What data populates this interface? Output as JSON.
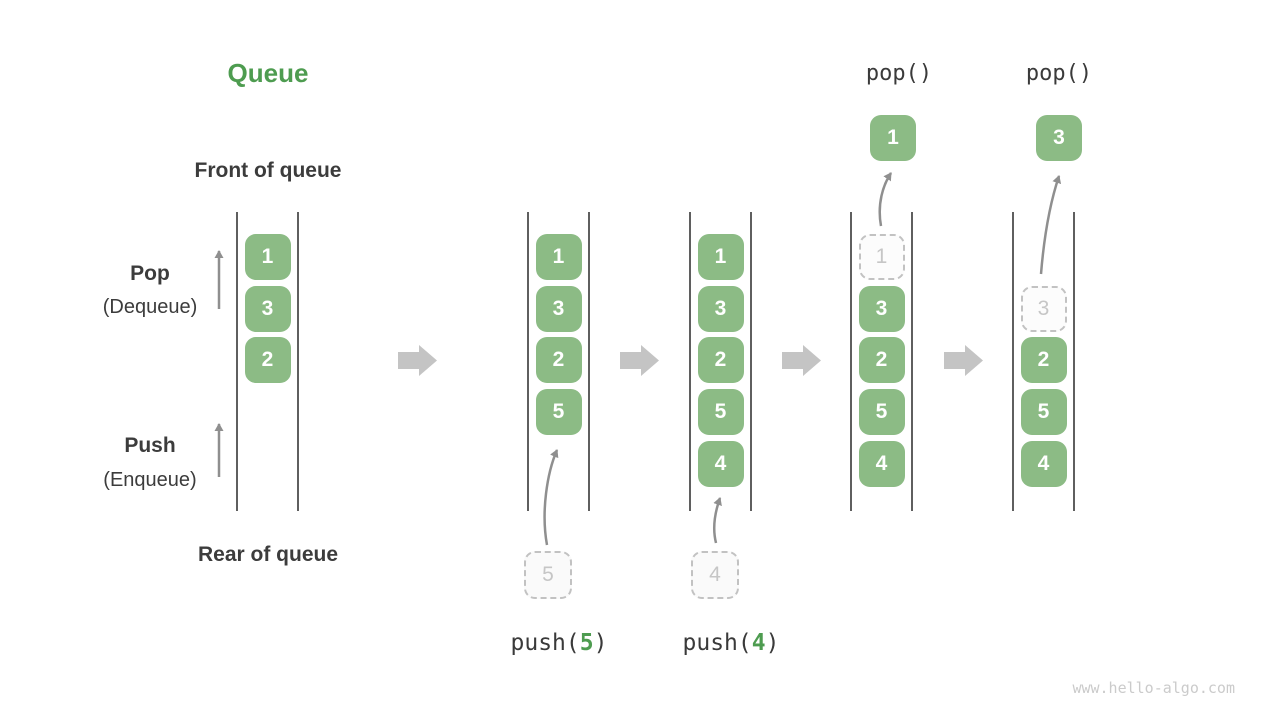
{
  "title": "Queue",
  "watermark": "www.hello-algo.com",
  "colors": {
    "box_green": "#8cbb85",
    "accent_green_dark": "#4e9c50",
    "text_dark": "#3c3c3c",
    "block_arrow_gray": "#c4c4c4",
    "line_arrow_gray": "#8f8f8f",
    "ghost_border_gray": "#c2c2c2",
    "queue_line_gray": "#5f5f5f"
  },
  "labels": {
    "front": "Front of queue",
    "rear": "Rear of queue",
    "pop": "Pop",
    "pop_sub": "(Dequeue)",
    "push": "Push",
    "push_sub": "(Enqueue)"
  },
  "queues": [
    {
      "name": "initial-state",
      "elements": [
        {
          "slot": 0,
          "value": "1",
          "state": "filled"
        },
        {
          "slot": 1,
          "value": "3",
          "state": "filled"
        },
        {
          "slot": 2,
          "value": "2",
          "state": "filled"
        }
      ]
    },
    {
      "name": "after-push-5",
      "elements": [
        {
          "slot": 0,
          "value": "1",
          "state": "filled"
        },
        {
          "slot": 1,
          "value": "3",
          "state": "filled"
        },
        {
          "slot": 2,
          "value": "2",
          "state": "filled"
        },
        {
          "slot": 3,
          "value": "5",
          "state": "filled"
        }
      ]
    },
    {
      "name": "after-push-4",
      "elements": [
        {
          "slot": 0,
          "value": "1",
          "state": "filled"
        },
        {
          "slot": 1,
          "value": "3",
          "state": "filled"
        },
        {
          "slot": 2,
          "value": "2",
          "state": "filled"
        },
        {
          "slot": 3,
          "value": "5",
          "state": "filled"
        },
        {
          "slot": 4,
          "value": "4",
          "state": "filled"
        }
      ]
    },
    {
      "name": "after-pop-1",
      "elements": [
        {
          "slot": 0,
          "value": "1",
          "state": "ghost"
        },
        {
          "slot": 1,
          "value": "3",
          "state": "filled"
        },
        {
          "slot": 2,
          "value": "2",
          "state": "filled"
        },
        {
          "slot": 3,
          "value": "5",
          "state": "filled"
        },
        {
          "slot": 4,
          "value": "4",
          "state": "filled"
        }
      ]
    },
    {
      "name": "after-pop-3",
      "elements": [
        {
          "slot": 1,
          "value": "3",
          "state": "ghost"
        },
        {
          "slot": 2,
          "value": "2",
          "state": "filled"
        },
        {
          "slot": 3,
          "value": "5",
          "state": "filled"
        },
        {
          "slot": 4,
          "value": "4",
          "state": "filled"
        }
      ]
    }
  ],
  "operations": {
    "push5": {
      "pre": "push(",
      "num": "5",
      "post": ")",
      "value": "5"
    },
    "push4": {
      "pre": "push(",
      "num": "4",
      "post": ")",
      "value": "4"
    },
    "pop1": {
      "label": "pop()",
      "value": "1"
    },
    "pop3": {
      "label": "pop()",
      "value": "3"
    }
  }
}
